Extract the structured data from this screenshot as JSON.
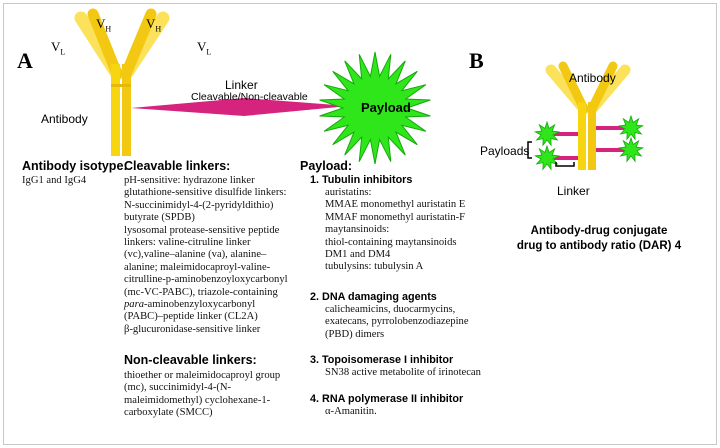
{
  "panel_a": {
    "label": "A",
    "vh_left": "V",
    "vh_left_sub": "H",
    "vh_right": "V",
    "vh_right_sub": "H",
    "vl_left": "V",
    "vl_left_sub": "L",
    "vl_right": "V",
    "vl_right_sub": "L",
    "antibody_label": "Antibody",
    "linker_label": "Linker",
    "linker_sub": "Cleavable/Non-cleavable",
    "payload_label": "Payload"
  },
  "isotype": {
    "heading": "Antibody isotype:",
    "text": "IgG1 and IgG4"
  },
  "cleavable": {
    "heading": "Cleavable linkers:",
    "lines": [
      "pH-sensitive: hydrazone linker",
      "glutathione-sensitive disulfide linkers:",
      "N-succinimidyl-4-(2-pyridyldithio)",
      "butyrate (SPDB)",
      "lysosomal protease-sensitive peptide",
      "linkers: valine-citruline linker",
      "(vc),valine–alanine (va),  alanine–",
      "alanine; maleimidocaproyl-valine-",
      "citrulline-p-aminobenzoyloxycarbonyl",
      "(mc-VC-PABC), triazole-containing"
    ],
    "italic_word": "para",
    "italic_rest": "-aminobenzyloxycarbonyl",
    "lines_after": [
      "(PABC)–peptide linker (CL2A)",
      "β-glucuronidase-sensitive linker"
    ]
  },
  "noncleavable": {
    "heading": "Non-cleavable linkers:",
    "lines": [
      "thioether or maleimidocaproyl group",
      "(mc), succinimidyl-4-(N-",
      "maleimidomethyl) cyclohexane-1-",
      "carboxylate (SMCC)"
    ]
  },
  "payload": {
    "heading": "Payload:",
    "items": [
      {
        "num": "1.",
        "title": "Tubulin inhibitors",
        "lines": [
          "auristatins:",
          "MMAE monomethyl auristatin E",
          "MMAF monomethyl auristatin-F",
          "maytansinoids:",
          "thiol-containing maytansinoids",
          "DM1 and DM4",
          "tubulysins: tubulysin A"
        ]
      },
      {
        "num": "2.",
        "title": "DNA damaging agents",
        "lines": [
          "calicheamicins, duocarmycins,",
          "exatecans, pyrrolobenzodiazepine",
          "(PBD) dimers"
        ]
      },
      {
        "num": "3.",
        "title": "Topoisomerase I inhibitor",
        "lines": [
          "SN38 active metabolite of irinotecan"
        ]
      },
      {
        "num": "4.",
        "title": "RNA polymerase II inhibitor",
        "lines": [
          "α-Amanitin."
        ]
      }
    ]
  },
  "panel_b": {
    "label": "B",
    "antibody_label": "Antibody",
    "payloads_label": "Payloads",
    "linker_label": "Linker",
    "caption_line1": "Antibody-drug conjugate",
    "caption_line2": "drug to antibody ratio (DAR) 4"
  },
  "colors": {
    "antibody_yellow": "#f7d611",
    "antibody_light": "#fbe25a",
    "linker_pink": "#d6247e",
    "payload_green": "#2ee61a",
    "payload_edge": "#16a80c"
  },
  "icons": [
    "antibody-icon",
    "linker-icon",
    "payload-star-icon",
    "adc-antibody-icon",
    "adc-payload-star-icon"
  ]
}
